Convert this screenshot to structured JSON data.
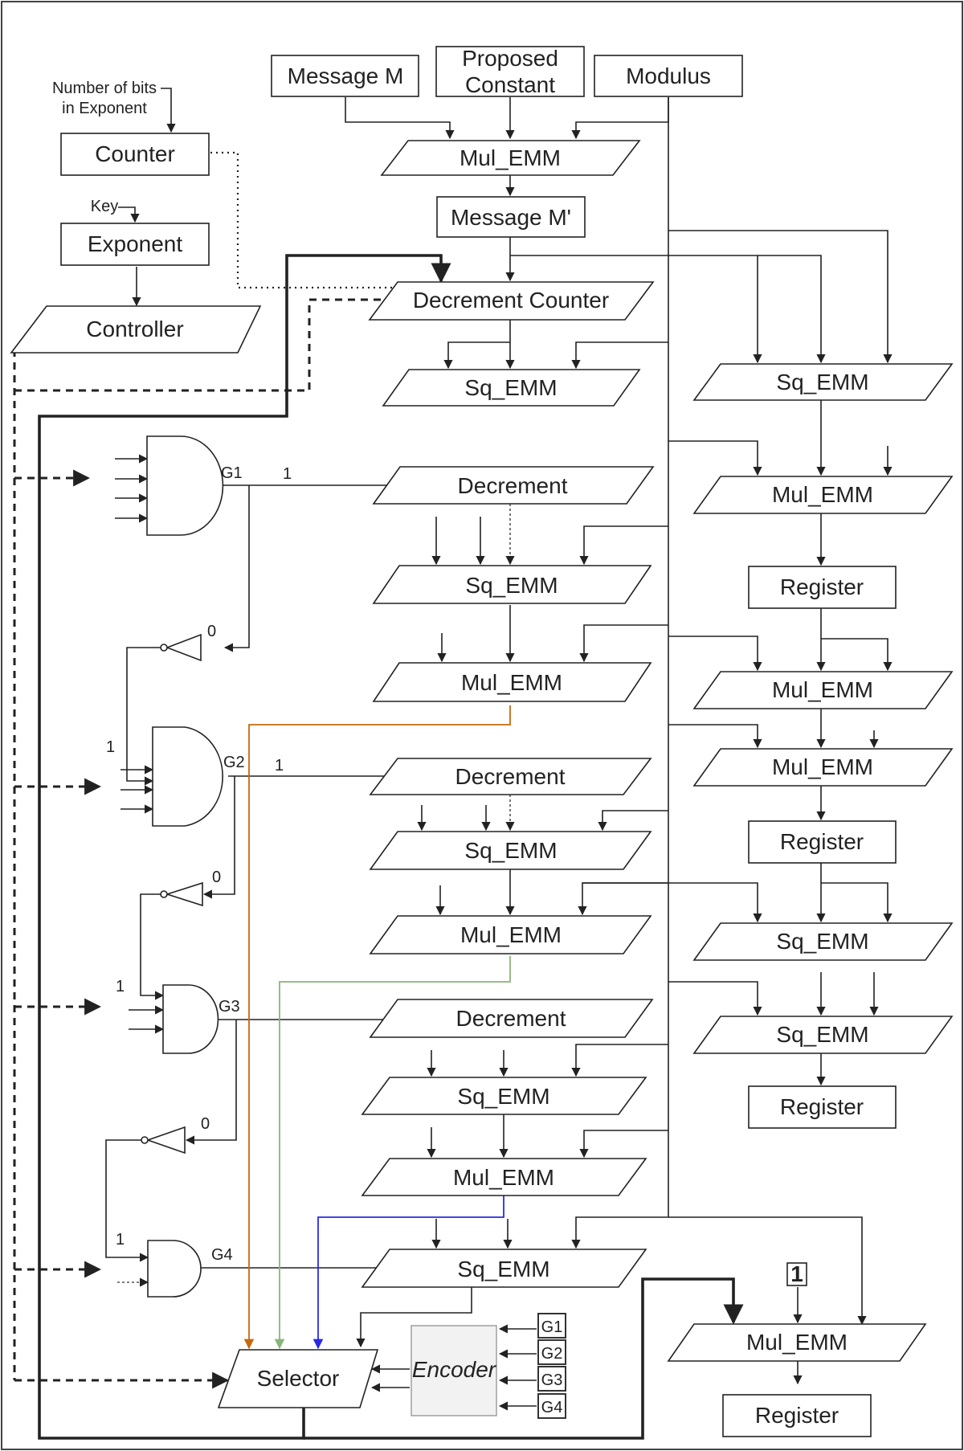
{
  "inputs": {
    "message_m": "Message M",
    "proposed_constant_1": "Proposed",
    "proposed_constant_2": "Constant",
    "modulus": "Modulus"
  },
  "left_panel": {
    "bits_note_1": "Number of bits",
    "bits_note_2": "in Exponent",
    "counter": "Counter",
    "key": "Key",
    "exponent": "Exponent",
    "controller": "Controller"
  },
  "center": {
    "mul_emm_top": "Mul_EMM",
    "message_m_prime": "Message M'",
    "decrement_counter": "Decrement Counter",
    "sq_emm_1": "Sq_EMM",
    "decrement_1": "Decrement",
    "sq_emm_2": "Sq_EMM",
    "mul_emm_2": "Mul_EMM",
    "decrement_2": "Decrement",
    "sq_emm_3": "Sq_EMM",
    "mul_emm_3": "Mul_EMM",
    "decrement_3": "Decrement",
    "sq_emm_4": "Sq_EMM",
    "mul_emm_4": "Mul_EMM",
    "sq_emm_5": "Sq_EMM"
  },
  "right": {
    "sq_emm_r1": "Sq_EMM",
    "mul_emm_r1": "Mul_EMM",
    "register_r1": "Register",
    "mul_emm_r2": "Mul_EMM",
    "mul_emm_r3": "Mul_EMM",
    "register_r2": "Register",
    "sq_emm_r2": "Sq_EMM",
    "sq_emm_r3": "Sq_EMM",
    "register_r3": "Register",
    "constant_one": "1",
    "mul_emm_final": "Mul_EMM",
    "register_final": "Register"
  },
  "gates": {
    "g1": "G1",
    "g2": "G2",
    "g3": "G3",
    "g4": "G4",
    "one": "1",
    "zero": "0"
  },
  "bottom": {
    "selector": "Selector",
    "encoder": "Encoder",
    "enc_g1": "G1",
    "enc_g2": "G2",
    "enc_g3": "G3",
    "enc_g4": "G4"
  },
  "colors": {
    "orange_path": "#c46a12",
    "green_path": "#8ab57a",
    "blue_path": "#2a2ae6",
    "encoder_fill": "#f2f2f2"
  }
}
